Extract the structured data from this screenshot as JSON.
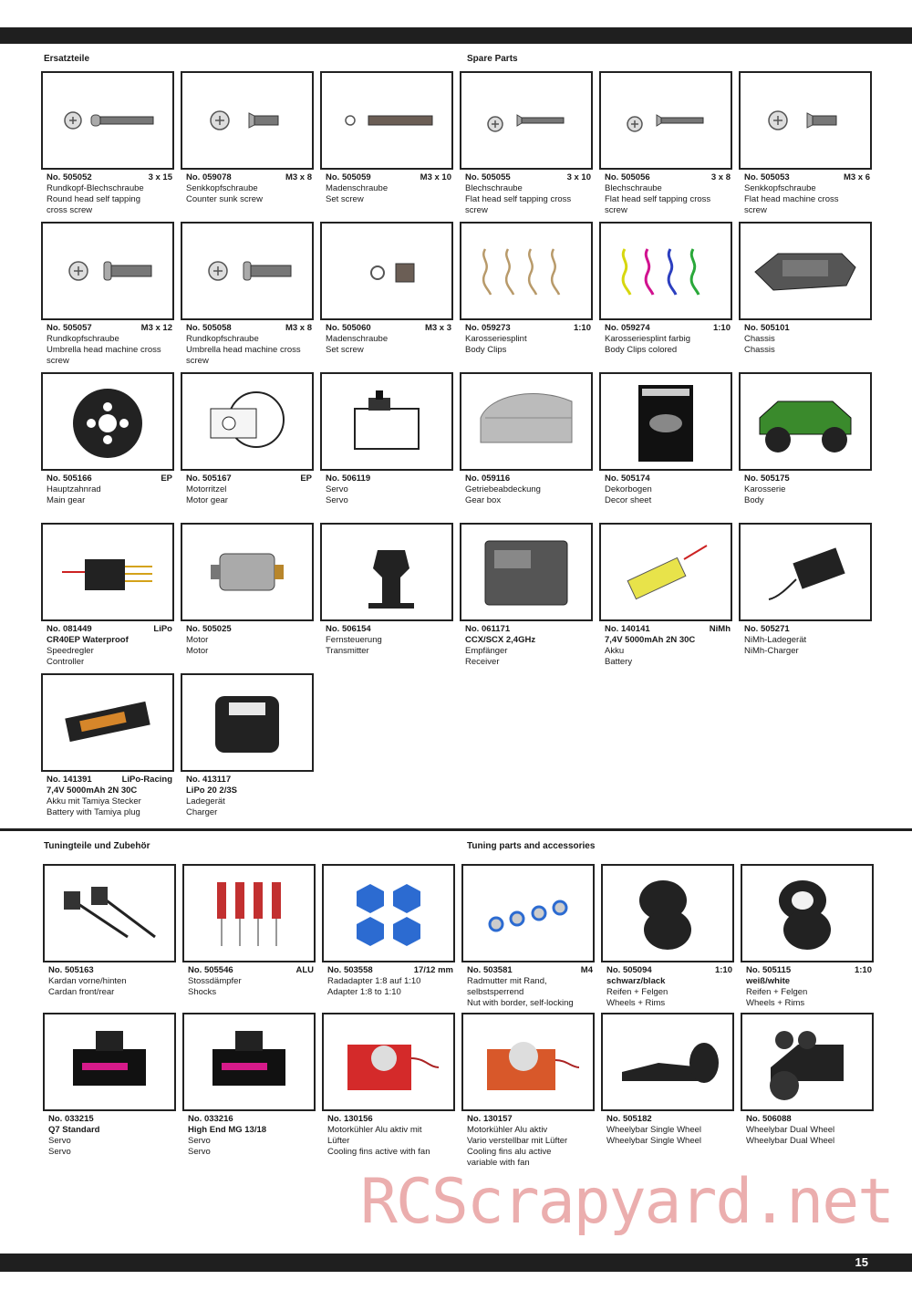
{
  "page": {
    "number": "15",
    "watermark": "RCScrapyard.net"
  },
  "section1": {
    "heading_de": "Ersatzteile",
    "heading_en": "Spare Parts"
  },
  "section2": {
    "heading_de": "Tuningteile und Zubehör",
    "heading_en": "Tuning parts and accessories"
  },
  "spare_parts": [
    {
      "no": "No. 505052",
      "spec": "3 x 15",
      "lines": [
        "Rundkopf-Blechschraube",
        "Round head self tapping",
        "cross screw"
      ],
      "icon": "round-head-screw-icon"
    },
    {
      "no": "No. 059078",
      "spec": "M3 x 8",
      "lines": [
        "Senkkopfschraube",
        "Counter sunk screw"
      ],
      "icon": "countersunk-screw-icon"
    },
    {
      "no": "No. 505059",
      "spec": "M3 x 10",
      "lines": [
        "Madenschraube",
        "Set screw"
      ],
      "icon": "set-screw-icon"
    },
    {
      "no": "No. 505055",
      "spec": "3 x 10",
      "lines": [
        "Blechschraube",
        "Flat head self tapping cross",
        "screw"
      ],
      "icon": "flat-head-screw-icon"
    },
    {
      "no": "No. 505056",
      "spec": "3 x 8",
      "lines": [
        "Blechschraube",
        "Flat head self tapping cross",
        "screw"
      ],
      "icon": "flat-head-screw-icon"
    },
    {
      "no": "No. 505053",
      "spec": "M3 x 6",
      "lines": [
        "Senkkopfschraube",
        "Flat head machine cross",
        "screw"
      ],
      "icon": "countersunk-screw-icon"
    },
    {
      "no": "No. 505057",
      "spec": "M3 x 12",
      "lines": [
        "Rundkopfschraube",
        "Umbrella head machine cross",
        "screw"
      ],
      "icon": "machine-screw-icon"
    },
    {
      "no": "No. 505058",
      "spec": "M3 x 8",
      "lines": [
        "Rundkopfschraube",
        "Umbrella head machine cross",
        "screw"
      ],
      "icon": "machine-screw-icon"
    },
    {
      "no": "No. 505060",
      "spec": "M3 x 3",
      "lines": [
        "Madenschraube",
        "Set screw"
      ],
      "icon": "short-set-screw-icon"
    },
    {
      "no": "No. 059273",
      "spec": "1:10",
      "lines": [
        "Karosseriesplint",
        "Body Clips"
      ],
      "icon": "body-clips-icon"
    },
    {
      "no": "No. 059274",
      "spec": "1:10",
      "lines": [
        "Karosseriesplint farbig",
        "Body Clips colored"
      ],
      "icon": "colored-body-clips-icon"
    },
    {
      "no": "No. 505101",
      "spec": "",
      "lines": [
        "Chassis",
        "Chassis"
      ],
      "icon": "chassis-icon"
    },
    {
      "no": "No. 505166",
      "spec": "EP",
      "lines": [
        "Hauptzahnrad",
        "Main gear"
      ],
      "icon": "main-gear-icon"
    },
    {
      "no": "No. 505167",
      "spec": "EP",
      "lines": [
        "Motorritzel",
        "Motor gear"
      ],
      "icon": "pinion-gear-icon"
    },
    {
      "no": "No. 506119",
      "spec": "",
      "lines": [
        "Servo",
        "Servo"
      ],
      "icon": "servo-icon"
    },
    {
      "no": "No. 059116",
      "spec": "",
      "lines": [
        "Getriebeabdeckung",
        "Gear box"
      ],
      "icon": "gearbox-cover-icon"
    },
    {
      "no": "No. 505174",
      "spec": "",
      "lines": [
        "Dekorbogen",
        "Decor sheet"
      ],
      "icon": "decor-sheet-icon"
    },
    {
      "no": "No. 505175",
      "spec": "",
      "lines": [
        "Karosserie",
        "Body"
      ],
      "icon": "truck-body-icon"
    },
    {
      "no": "No. 081449",
      "spec": "LiPo",
      "lines": [
        "CR40EP Waterproof",
        "Speedregler",
        "Controller"
      ],
      "bold_line": "CR40EP Waterproof",
      "icon": "speed-controller-icon"
    },
    {
      "no": "No. 505025",
      "spec": "",
      "lines": [
        "Motor",
        "Motor"
      ],
      "icon": "motor-icon"
    },
    {
      "no": "No. 506154",
      "spec": "",
      "lines": [
        "Fernsteuerung",
        "Transmitter"
      ],
      "icon": "transmitter-icon"
    },
    {
      "no": "No.  061171",
      "spec": "",
      "lines": [
        "CCX/SCX 2,4GHz",
        "Empfänger",
        "Receiver"
      ],
      "bold_line": "CCX/SCX 2,4GHz",
      "icon": "receiver-icon"
    },
    {
      "no": "No. 140141",
      "spec": "NiMh",
      "lines": [
        "7,4V 5000mAh 2N 30C",
        "Akku",
        "Battery"
      ],
      "bold_line": "7,4V 5000mAh 2N 30C",
      "icon": "nimh-battery-icon"
    },
    {
      "no": "No.  505271",
      "spec": "",
      "lines": [
        "NiMh-Ladegerät",
        "NiMh-Charger"
      ],
      "icon": "usb-charger-icon"
    },
    {
      "no": "No. 141391",
      "spec": "LiPo-Racing",
      "lines": [
        "7,4V 5000mAh 2N 30C",
        "Akku mit Tamiya Stecker",
        "Battery with Tamiya plug"
      ],
      "bold_line": "7,4V 5000mAh 2N 30C",
      "icon": "lipo-battery-icon"
    },
    {
      "no": "No.  413117",
      "spec": "",
      "lines": [
        "LiPo 20 2/3S",
        "Ladegerät",
        "Charger"
      ],
      "bold_line": "LiPo 20 2/3S",
      "icon": "lipo-charger-icon"
    }
  ],
  "tuning_parts": [
    {
      "no": "No. 505163",
      "spec": "",
      "lines": [
        "Kardan vorne/hinten",
        "Cardan front/rear"
      ],
      "icon": "cardan-shaft-icon"
    },
    {
      "no": "No. 505546",
      "spec": "ALU",
      "lines": [
        "Stossdämpfer",
        "Shocks"
      ],
      "icon": "shock-absorbers-icon"
    },
    {
      "no": "No. 503558",
      "spec": "17/12 mm",
      "lines": [
        "Radadapter 1:8 auf 1:10",
        "Adapter 1:8 to 1:10"
      ],
      "icon": "wheel-adapter-icon"
    },
    {
      "no": "No. 503581",
      "spec": "M4",
      "lines": [
        "Radmutter mit Rand,",
        "selbstsperrend",
        "Nut with border, self-locking"
      ],
      "icon": "wheel-nuts-icon"
    },
    {
      "no": "No. 505094",
      "spec": "1:10",
      "lines": [
        "schwarz/black",
        "Reifen + Felgen",
        "Wheels + Rims"
      ],
      "bold_line": "schwarz/black",
      "icon": "black-wheels-icon"
    },
    {
      "no": "No. 505115",
      "spec": "1:10",
      "lines": [
        "weiß/white",
        "Reifen + Felgen",
        "Wheels + Rims"
      ],
      "bold_line": "weiß/white",
      "icon": "white-wheels-icon"
    },
    {
      "no": "No. 033215",
      "spec": "",
      "lines": [
        "Q7 Standard",
        "Servo",
        "Servo"
      ],
      "bold_line": "Q7 Standard",
      "icon": "digital-servo-icon"
    },
    {
      "no": "No. 033216",
      "spec": "",
      "lines": [
        "High End   MG 13/18",
        "Servo",
        "Servo"
      ],
      "bold_line": "High End   MG 13/18",
      "icon": "digital-servo-icon"
    },
    {
      "no": "No. 130156",
      "spec": "",
      "lines": [
        "Motorkühler Alu aktiv mit",
        "Lüfter",
        "Cooling fins active with fan"
      ],
      "icon": "motor-cooler-icon"
    },
    {
      "no": "No. 130157",
      "spec": "",
      "lines": [
        "Motorkühler Alu aktiv",
        "Vario verstellbar mit Lüfter",
        "Cooling fins alu active",
        "variable with fan"
      ],
      "icon": "vario-motor-cooler-icon"
    },
    {
      "no": "No. 505182",
      "spec": "",
      "lines": [
        "Wheelybar Single Wheel",
        "Wheelybar Single Wheel"
      ],
      "icon": "wheelybar-single-icon"
    },
    {
      "no": "No. 506088",
      "spec": "",
      "lines": [
        "Wheelybar Dual Wheel",
        "Wheelybar Dual Wheel"
      ],
      "icon": "wheelybar-dual-icon"
    }
  ]
}
